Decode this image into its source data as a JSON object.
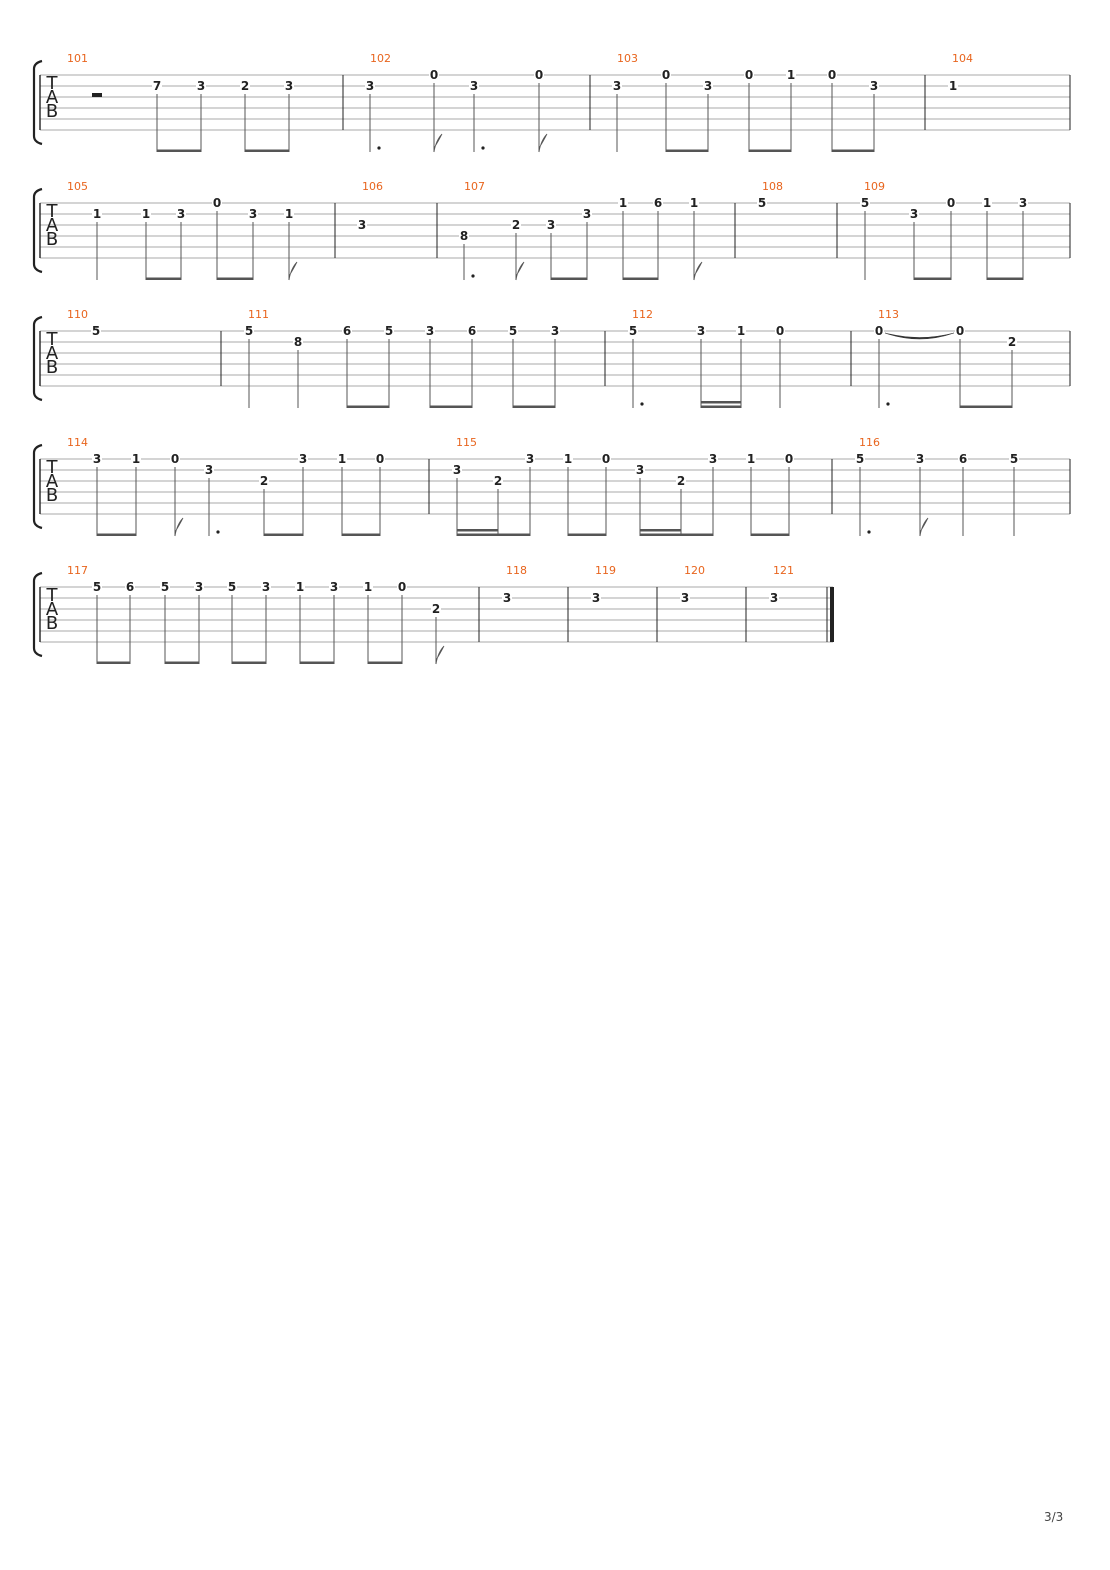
{
  "page": {
    "number": "3/3"
  },
  "tab_clef": {
    "letters": [
      "T",
      "A",
      "B"
    ]
  },
  "systems": [
    {
      "measures": [
        {
          "number": "101",
          "notes": [
            {
              "rest": "half"
            },
            {
              "fret": "7",
              "string": 2,
              "beam": "start"
            },
            {
              "fret": "3",
              "string": 2,
              "beam": "end"
            },
            {
              "fret": "2",
              "string": 2,
              "beam": "start"
            },
            {
              "fret": "3",
              "string": 2,
              "beam": "end"
            }
          ]
        },
        {
          "number": "102",
          "notes": [
            {
              "fret": "3",
              "string": 2,
              "dot": true
            },
            {
              "fret": "0",
              "string": 1,
              "flag": true
            },
            {
              "fret": "3",
              "string": 2,
              "dot": true
            },
            {
              "fret": "0",
              "string": 1,
              "flag": true
            }
          ]
        },
        {
          "number": "103",
          "notes": [
            {
              "fret": "3",
              "string": 2
            },
            {
              "fret": "0",
              "string": 1,
              "beam": "start"
            },
            {
              "fret": "3",
              "string": 2,
              "beam": "end"
            },
            {
              "fret": "0",
              "string": 1,
              "beam": "start"
            },
            {
              "fret": "1",
              "string": 1,
              "beam": "end"
            },
            {
              "fret": "0",
              "string": 1,
              "beam": "start"
            },
            {
              "fret": "3",
              "string": 2,
              "beam": "end"
            }
          ]
        },
        {
          "number": "104",
          "notes": [
            {
              "fret": "1",
              "string": 2,
              "nostem": true
            }
          ]
        }
      ]
    },
    {
      "measures": [
        {
          "number": "105",
          "notes": [
            {
              "fret": "1",
              "string": 2
            },
            {
              "fret": "1",
              "string": 2,
              "beam": "start"
            },
            {
              "fret": "3",
              "string": 2,
              "beam": "end"
            },
            {
              "fret": "0",
              "string": 1,
              "beam": "start"
            },
            {
              "fret": "3",
              "string": 2,
              "beam": "end"
            },
            {
              "fret": "1",
              "string": 2,
              "flag": true
            }
          ]
        },
        {
          "number": "106",
          "notes": [
            {
              "fret": "3",
              "string": 3,
              "nostem": true
            }
          ]
        },
        {
          "number": "107",
          "notes": [
            {
              "fret": "8",
              "string": 4,
              "dot": true
            },
            {
              "fret": "2",
              "string": 3,
              "flag": true
            },
            {
              "fret": "3",
              "string": 3,
              "beam": "start"
            },
            {
              "fret": "3",
              "string": 2,
              "beam": "end"
            },
            {
              "fret": "1",
              "string": 1,
              "beam": "start"
            },
            {
              "fret": "6",
              "string": 1,
              "beam": "end"
            },
            {
              "fret": "1",
              "string": 1,
              "flag": true
            }
          ]
        },
        {
          "number": "108",
          "notes": [
            {
              "fret": "5",
              "string": 1,
              "nostem": true
            }
          ]
        },
        {
          "number": "109",
          "notes": [
            {
              "fret": "5",
              "string": 1
            },
            {
              "fret": "3",
              "string": 2,
              "beam": "start"
            },
            {
              "fret": "0",
              "string": 1,
              "beam": "end"
            },
            {
              "fret": "1",
              "string": 1,
              "beam": "start"
            },
            {
              "fret": "3",
              "string": 1,
              "beam": "end"
            }
          ]
        }
      ]
    },
    {
      "measures": [
        {
          "number": "110",
          "notes": [
            {
              "fret": "5",
              "string": 1,
              "nostem": true
            }
          ]
        },
        {
          "number": "111",
          "notes": [
            {
              "fret": "5",
              "string": 1
            },
            {
              "fret": "8",
              "string": 2
            },
            {
              "fret": "6",
              "string": 1,
              "beam": "start"
            },
            {
              "fret": "5",
              "string": 1,
              "beam": "end"
            },
            {
              "fret": "3",
              "string": 1,
              "beam": "start"
            },
            {
              "fret": "6",
              "string": 1,
              "beam": "end"
            },
            {
              "fret": "5",
              "string": 1,
              "beam": "start"
            },
            {
              "fret": "3",
              "string": 1,
              "beam": "end"
            }
          ]
        },
        {
          "number": "112",
          "notes": [
            {
              "fret": "5",
              "string": 1,
              "dot": true
            },
            {
              "fret": "3",
              "string": 1,
              "beam": "start",
              "double": true
            },
            {
              "fret": "1",
              "string": 1,
              "beam": "end"
            },
            {
              "fret": "0",
              "string": 1
            }
          ]
        },
        {
          "number": "113",
          "notes": [
            {
              "fret": "0",
              "string": 1,
              "dot": true,
              "tie": "start"
            },
            {
              "fret": "0",
              "string": 1,
              "beam": "start",
              "tie": "end"
            },
            {
              "fret": "2",
              "string": 2,
              "beam": "end"
            }
          ]
        }
      ]
    },
    {
      "measures": [
        {
          "number": "114",
          "notes": [
            {
              "fret": "3",
              "string": 1,
              "beam": "start"
            },
            {
              "fret": "1",
              "string": 1,
              "beam": "end"
            },
            {
              "fret": "0",
              "string": 1,
              "flag": true
            },
            {
              "fret": "3",
              "string": 2,
              "dot": true
            },
            {
              "fret": "2",
              "string": 3,
              "beam": "start"
            },
            {
              "fret": "3",
              "string": 1,
              "beam": "end"
            },
            {
              "fret": "1",
              "string": 1,
              "beam": "start"
            },
            {
              "fret": "0",
              "string": 1,
              "beam": "end"
            }
          ]
        },
        {
          "number": "115",
          "notes": [
            {
              "fret": "3",
              "string": 2,
              "beam": "start",
              "double": true
            },
            {
              "fret": "2",
              "string": 3,
              "beam": "mid"
            },
            {
              "fret": "3",
              "string": 1,
              "beam": "end"
            },
            {
              "fret": "1",
              "string": 1,
              "beam": "start"
            },
            {
              "fret": "0",
              "string": 1,
              "beam": "end"
            },
            {
              "fret": "3",
              "string": 2,
              "beam": "start",
              "double": true
            },
            {
              "fret": "2",
              "string": 3,
              "beam": "mid"
            },
            {
              "fret": "3",
              "string": 1,
              "beam": "end"
            },
            {
              "fret": "1",
              "string": 1,
              "beam": "start"
            },
            {
              "fret": "0",
              "string": 1,
              "beam": "end"
            }
          ]
        },
        {
          "number": "116",
          "notes": [
            {
              "fret": "5",
              "string": 1,
              "dot": true
            },
            {
              "fret": "3",
              "string": 1,
              "flag": true
            },
            {
              "fret": "6",
              "string": 1
            },
            {
              "fret": "5",
              "string": 1
            }
          ]
        }
      ]
    },
    {
      "measures": [
        {
          "number": "117",
          "notes": [
            {
              "fret": "5",
              "string": 1,
              "beam": "start"
            },
            {
              "fret": "6",
              "string": 1,
              "beam": "end"
            },
            {
              "fret": "5",
              "string": 1,
              "beam": "start"
            },
            {
              "fret": "3",
              "string": 1,
              "beam": "end"
            },
            {
              "fret": "5",
              "string": 1,
              "beam": "start"
            },
            {
              "fret": "3",
              "string": 1,
              "beam": "end"
            },
            {
              "fret": "1",
              "string": 1,
              "beam": "start"
            },
            {
              "fret": "3",
              "string": 1,
              "beam": "end"
            },
            {
              "fret": "1",
              "string": 1,
              "beam": "start"
            },
            {
              "fret": "0",
              "string": 1,
              "beam": "end"
            },
            {
              "fret": "2",
              "string": 3,
              "flag": true
            }
          ]
        },
        {
          "number": "118",
          "notes": [
            {
              "fret": "3",
              "string": 2,
              "nostem": true
            }
          ]
        },
        {
          "number": "119",
          "notes": [
            {
              "fret": "3",
              "string": 2,
              "nostem": true
            }
          ]
        },
        {
          "number": "120",
          "notes": [
            {
              "fret": "3",
              "string": 2,
              "nostem": true
            }
          ]
        },
        {
          "number": "121",
          "notes": [
            {
              "fret": "3",
              "string": 2,
              "nostem": true
            }
          ],
          "final": true
        }
      ]
    }
  ]
}
